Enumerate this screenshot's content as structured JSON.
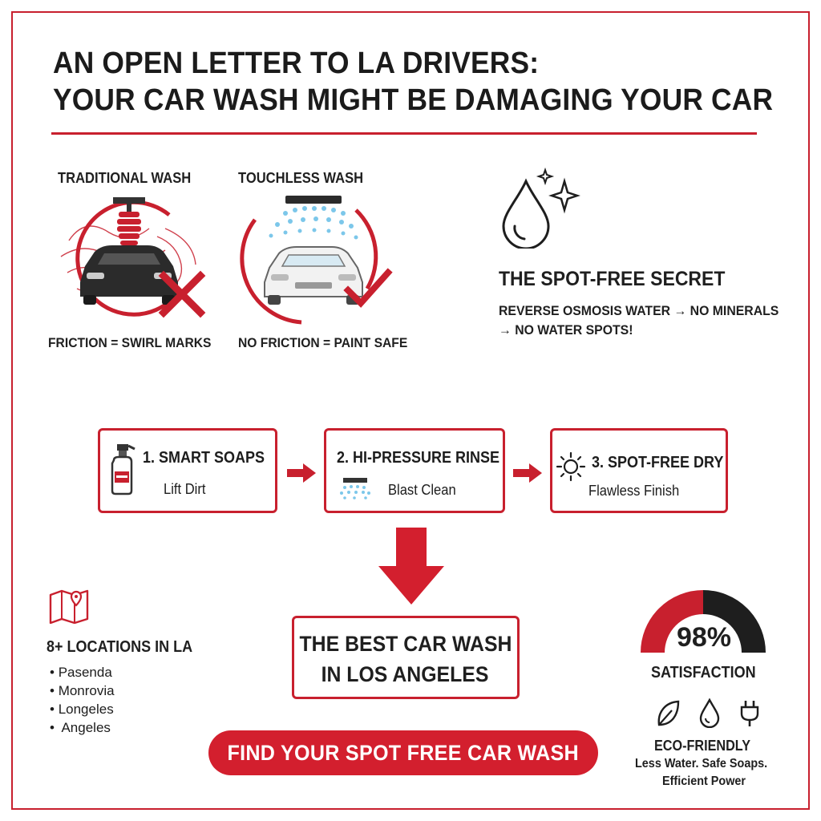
{
  "headline": {
    "line1": "AN OPEN LETTER TO LA DRIVERS:",
    "line2": "YOUR CAR WASH MIGHT BE DAMAGING YOUR CAR"
  },
  "comparison": {
    "traditional": {
      "title": "TRADITIONAL WASH",
      "caption": "FRICTION = SWIRL MARKS",
      "icon": "friction-wash-car-icon",
      "mark": "x-mark-icon"
    },
    "touchless": {
      "title": "TOUCHLESS WASH",
      "caption": "NO FRICTION = PAINT SAFE",
      "icon": "touchless-wash-car-icon",
      "mark": "check-mark-icon"
    }
  },
  "spot_free": {
    "icon": "water-drop-sparkle-icon",
    "title": "THE SPOT-FREE SECRET",
    "line1": "REVERSE OSMOSIS WATER → NO MINERALS",
    "line2": "→ NO WATER SPOTS!"
  },
  "steps": [
    {
      "title": "1. SMART SOAPS",
      "subtitle": "Lift Dirt",
      "icon": "spray-bottle-icon"
    },
    {
      "title": "2. HI-PRESSURE RINSE",
      "subtitle": "Blast Clean",
      "icon": "spray-nozzle-icon"
    },
    {
      "title": "3. SPOT-FREE DRY",
      "subtitle": "Flawless Finish",
      "icon": "sun-icon"
    }
  ],
  "locations": {
    "icon": "map-pin-icon",
    "title": "8+ LOCATIONS IN LA",
    "items": [
      "Pasenda",
      "Monrovia",
      "Longeles",
      "Angeles"
    ]
  },
  "best": {
    "line1": "THE BEST CAR WASH",
    "line2": "IN LOS ANGELES"
  },
  "satisfaction": {
    "value": "98%",
    "label": "SATISFACTION",
    "fraction": 0.98
  },
  "eco": {
    "icons": [
      "leaf-icon",
      "water-drop-icon",
      "plug-icon"
    ],
    "title": "ECO-FRIENDLY",
    "line1": "Less Water. Safe Soaps.",
    "line2": "Efficient Power"
  },
  "cta": {
    "label": "FIND YOUR SPOT FREE CAR WASH"
  },
  "colors": {
    "accent": "#c8202e",
    "dark": "#1e1e1e",
    "water": "#7cc7ea"
  }
}
